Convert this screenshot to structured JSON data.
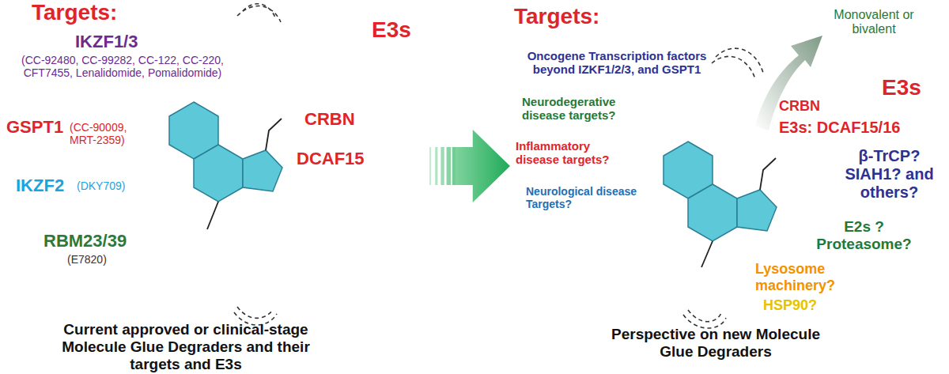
{
  "diagram": {
    "nodes": [
      {
        "text": [
          "Targets:",
          "IKZF1/3",
          "(CC-92480, CC-99282, CC-122, CC-220, CFT7455, Lenalidomide, Pomalidomide)",
          "GSPT1",
          "(CC-90009, MRT-2359)",
          "IKZF2",
          "(DKY709)",
          "RBM23/39",
          "(E7820)"
        ]
      },
      {
        "text": [
          "E3s",
          "CRBN",
          "DCAF15"
        ]
      },
      {
        "text": [
          "Targets:",
          "Oncogene Transcription factors beyond IZKF1/2/3, and GSPT1",
          "Neurodegerative disease targets?",
          "Inflammatory disease targets?",
          "Neurological disease Targets?"
        ]
      },
      {
        "text": [
          "E3s",
          "CRBN",
          "E3s: DCAF15/16",
          "β-TrCP? SIAH1? and others?",
          "E2s ? Proteasome?",
          "Lysosome machinery?",
          "HSP90?"
        ]
      }
    ],
    "edges": [
      {
        "from": 1,
        "to": 2,
        "arrow": "to"
      }
    ],
    "labels": [
      "Current approved or clinical-stage Molecule Glue Degraders and their targets and E3s",
      "Perspective on new Molecule Glue Degraders",
      "Monovalent or bivalent"
    ]
  }
}
